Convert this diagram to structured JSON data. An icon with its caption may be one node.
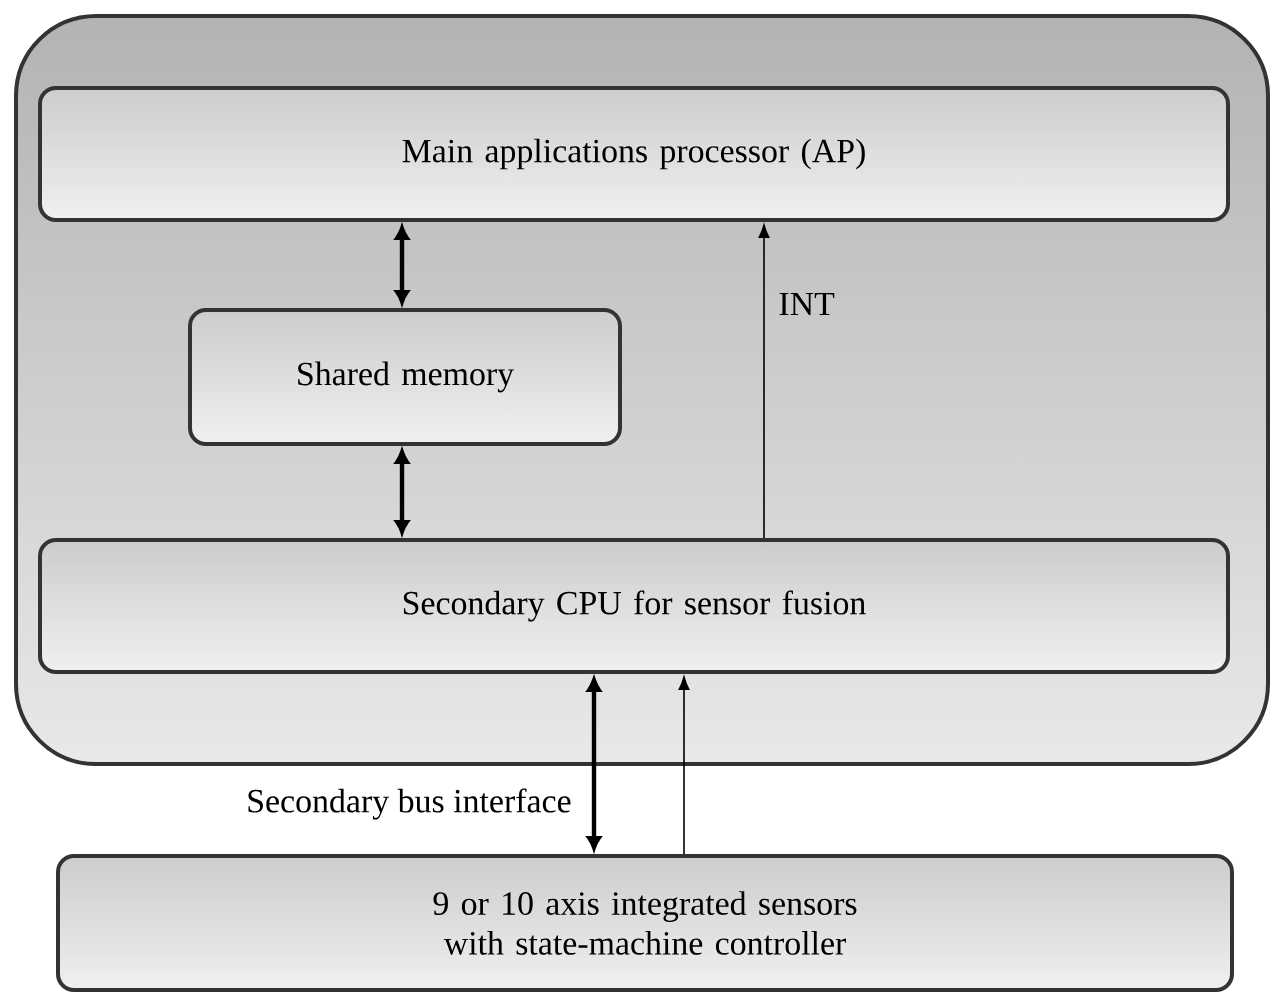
{
  "diagram": {
    "nodes": [
      {
        "text": [],
        "shape": "box"
      },
      {
        "text": [
          "Main applications processor (AP)"
        ],
        "in": 0
      },
      {
        "text": [
          "Shared memory"
        ],
        "in": 0
      },
      {
        "text": [
          "Secondary CPU for sensor fusion"
        ],
        "in": 0
      },
      {
        "text": [
          "9 or 10 axis integrated sensors with state-machine controller"
        ]
      }
    ],
    "edges": [
      {
        "from": 1,
        "to": 2,
        "arrow": "both"
      },
      {
        "from": 2,
        "to": 3,
        "arrow": "both"
      },
      {
        "from": 3,
        "to": 1,
        "arrow": "to",
        "label": "INT"
      },
      {
        "from": 4,
        "to": 3,
        "arrow": "both",
        "label": "Secondary bus interface"
      },
      {
        "from": 4,
        "to": 3,
        "arrow": "to"
      }
    ]
  }
}
